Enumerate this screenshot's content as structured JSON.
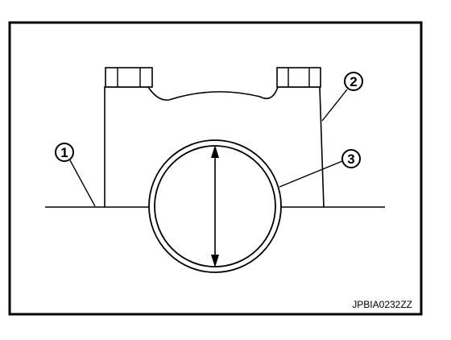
{
  "figure": {
    "callouts": [
      {
        "id": "1",
        "label": "1"
      },
      {
        "id": "2",
        "label": "2"
      },
      {
        "id": "3",
        "label": "3"
      }
    ],
    "figure_code": "JPBIA0232ZZ"
  }
}
